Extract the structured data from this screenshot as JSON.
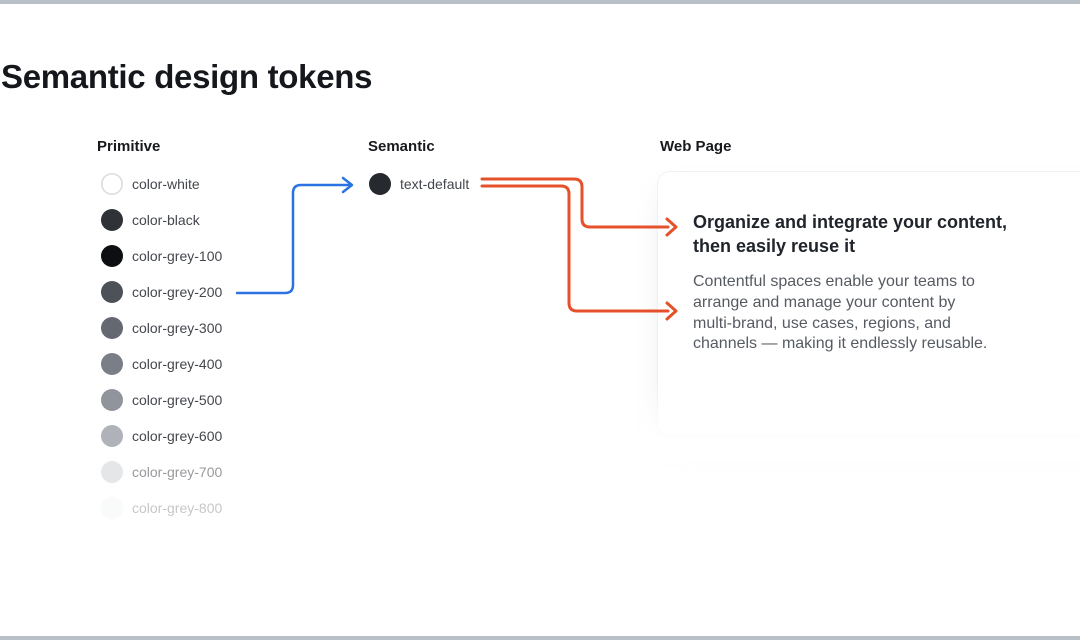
{
  "page": {
    "title": "Semantic design tokens"
  },
  "colors": {
    "connector_blue": "#2B72E2",
    "connector_orange": "#E4512B",
    "frame_bar": "#B9BFC6"
  },
  "columns": {
    "primitive": {
      "header": "Primitive",
      "items": [
        {
          "label": "color-white",
          "color": "#FFFFFF",
          "border": "#D8DBDE"
        },
        {
          "label": "color-black",
          "color": "#2F3237"
        },
        {
          "label": "color-grey-100",
          "color": "#0E0F12"
        },
        {
          "label": "color-grey-200",
          "color": "#4D5158"
        },
        {
          "label": "color-grey-300",
          "color": "#646870"
        },
        {
          "label": "color-grey-400",
          "color": "#7A7E86"
        },
        {
          "label": "color-grey-500",
          "color": "#90949B"
        },
        {
          "label": "color-grey-600",
          "color": "#AFB3B9"
        },
        {
          "label": "color-grey-700",
          "color": "#CED2D6"
        },
        {
          "label": "color-grey-800",
          "color": "#ECEEF0"
        }
      ]
    },
    "semantic": {
      "header": "Semantic",
      "items": [
        {
          "label": "text-default",
          "color": "#26292E"
        }
      ]
    },
    "web_page": {
      "header": "Web Page",
      "card": {
        "heading": "Organize and integrate your content, then easily reuse it",
        "body": "Contentful spaces enable your teams to arrange and manage your content by multi-brand, use cases, regions, and channels — making it endlessly reusable."
      }
    }
  },
  "connections": [
    {
      "from": "color-grey-200",
      "to": "text-default",
      "color": "blue"
    },
    {
      "from": "text-default",
      "to": "card-heading",
      "color": "orange"
    },
    {
      "from": "text-default",
      "to": "card-body",
      "color": "orange"
    }
  ]
}
